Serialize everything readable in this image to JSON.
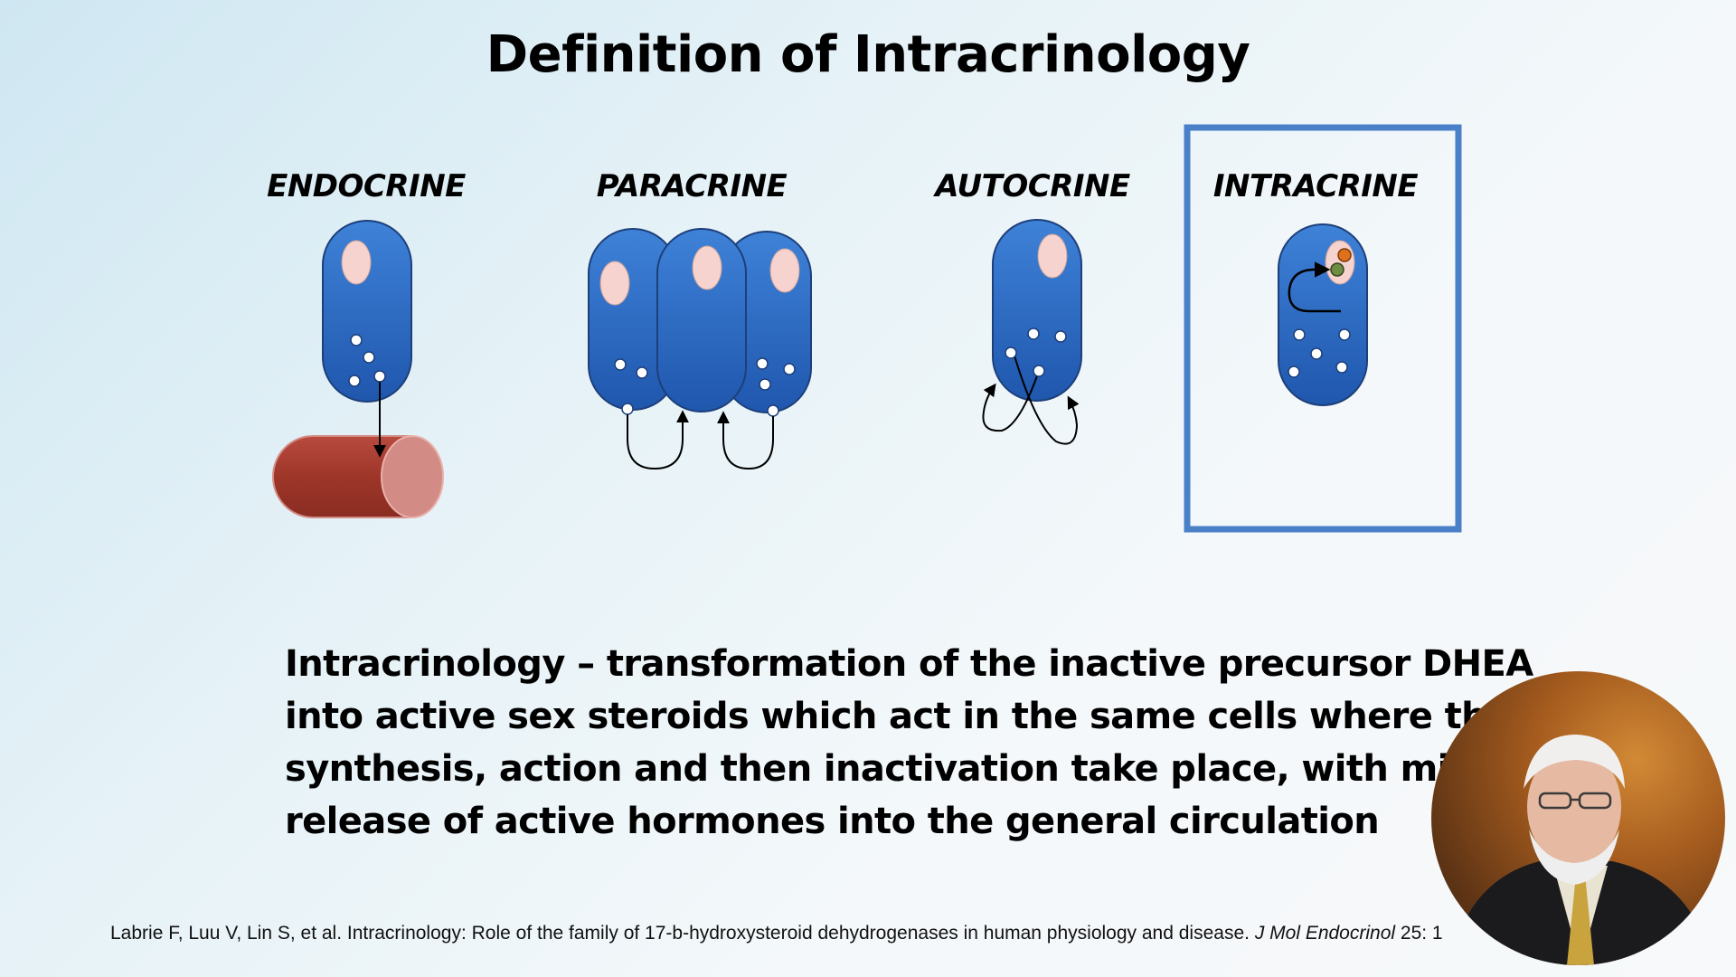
{
  "slide": {
    "title": "Definition of Intracrinology"
  },
  "diagram": {
    "panels": [
      {
        "label": "ENDOCRINE"
      },
      {
        "label": "PARACRINE"
      },
      {
        "label": "AUTOCRINE"
      },
      {
        "label": "INTRACRINE"
      }
    ],
    "colors": {
      "cell": "#2f6ec9",
      "cell_outline": "#1d3f7a",
      "nucleus": "#f6d3cf",
      "vessel": "#a23b30",
      "vessel_end": "#d38b85",
      "highlight_frame": "#4a80c8",
      "steroid_orange": "#e0711c",
      "steroid_green": "#6f8c45"
    }
  },
  "definition": {
    "lines": [
      "Intracrinology – transformation of the inactive precursor DHEA",
      "into active sex steroids which act in the same cells where their",
      "synthesis, action and then inactivation take place, with minimal",
      "release of active hormones into the general circulation"
    ]
  },
  "citation": {
    "text": "Labrie F, Luu V, Lin S, et al. Intracrinology: Role of the family of 17-b-hydroxysteroid dehydrogenases in human physiology and disease.",
    "journal": "J Mol Endocrinol",
    "volume": "25: 1"
  }
}
